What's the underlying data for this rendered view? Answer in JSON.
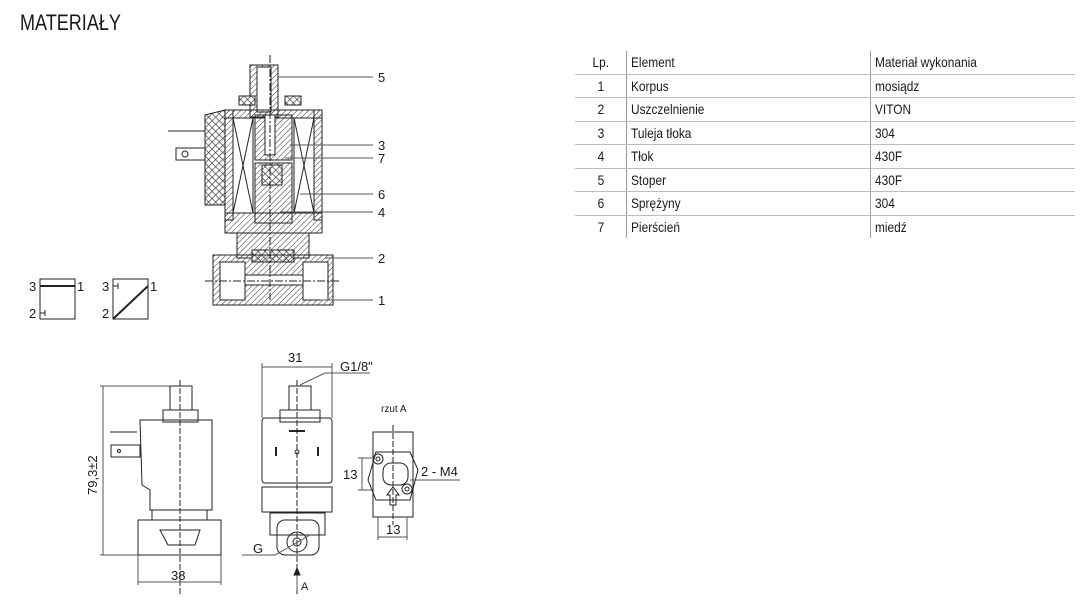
{
  "title": "MATERIAŁY",
  "table": {
    "headers": [
      "Lp.",
      "Element",
      "Materiał wykonania"
    ],
    "rows": [
      [
        "1",
        "Korpus",
        "mosiądz"
      ],
      [
        "2",
        "Uszczelnienie",
        "VITON"
      ],
      [
        "3",
        "Tuleja tłoka",
        "304"
      ],
      [
        "4",
        "Tłok",
        "430F"
      ],
      [
        "5",
        "Stoper",
        "430F"
      ],
      [
        "6",
        "Sprężyny",
        "304"
      ],
      [
        "7",
        "Pierścień",
        "miedź"
      ]
    ]
  },
  "section_callouts": [
    "5",
    "3",
    "7",
    "6",
    "4",
    "2",
    "1"
  ],
  "symbols": {
    "left": {
      "port_a": "3",
      "port_b": "1",
      "port_c": "2"
    },
    "right": {
      "port_a": "3",
      "port_b": "1",
      "port_c": "2"
    }
  },
  "dimensions": {
    "height": "79,3±2",
    "width_side": "38",
    "width_front": "31",
    "thread_top": "G1/8\"",
    "thread_port": "G",
    "view_arrow": "A",
    "view_label": "rzut A",
    "mount_h": "13",
    "mount_w": "13",
    "mount_screws": "2 - M4"
  }
}
